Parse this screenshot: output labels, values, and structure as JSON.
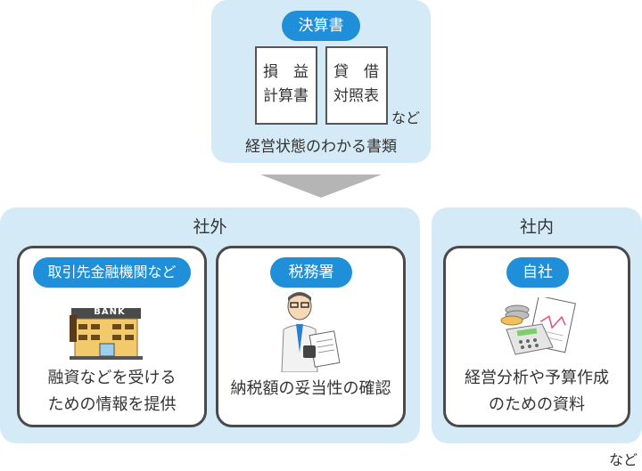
{
  "top": {
    "badge": "決算書",
    "doc1_line1": "損　益",
    "doc1_line2": "計算書",
    "doc2_line1": "貸　借",
    "doc2_line2": "対照表",
    "etc": "など",
    "caption": "経営状態のわかる書類"
  },
  "external": {
    "title": "社外",
    "bank": {
      "badge": "取引先金融機関など",
      "sign": "BANK",
      "text_line1": "融資などを受ける",
      "text_line2": "ための情報を提供"
    },
    "tax": {
      "badge": "税務署",
      "text": "納税額の妥当性の確認"
    }
  },
  "internal": {
    "title": "社内",
    "company": {
      "badge": "自社",
      "text_line1": "経営分析や予算作成",
      "text_line2": "のための資料"
    }
  },
  "footer_etc": "など",
  "colors": {
    "panel": "#d4ebf7",
    "badge": "#1e8fd8",
    "card_border": "#4a4a4a",
    "arrow": "#b5b5b5"
  }
}
